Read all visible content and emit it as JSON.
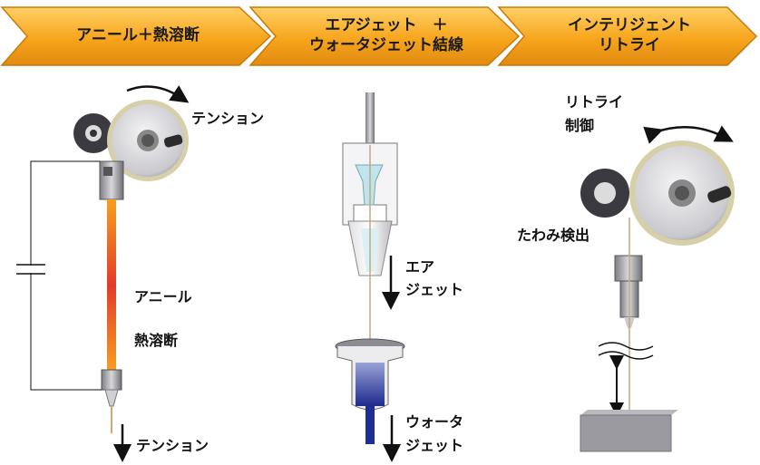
{
  "banners": [
    {
      "line1": "アニール＋熱溶断",
      "line2": ""
    },
    {
      "line1": "エアジェット　＋",
      "line2": "ウォータジェット結線"
    },
    {
      "line1": "インテリジェント",
      "line2": "リトライ"
    }
  ],
  "labels": {
    "tension_top": "テンション",
    "anneal": "アニール",
    "heat_cut": "熱溶断",
    "tension_bottom": "テンション",
    "air_line1": "エア",
    "air_line2": "ジェット",
    "water_line1": "ウォータ",
    "water_line2": "ジェット",
    "retry_line1": "リトライ",
    "retry_line2": "制御",
    "slack_detect": "たわみ検出"
  },
  "colors": {
    "banner_orange": "#f5a31a",
    "banner_orange_light": "#ffc650",
    "anneal_red": "#e8402a",
    "anneal_orange": "#f59a2a",
    "water_blue": "#2a3a9a",
    "air_cyan": "#bfe8f0"
  }
}
